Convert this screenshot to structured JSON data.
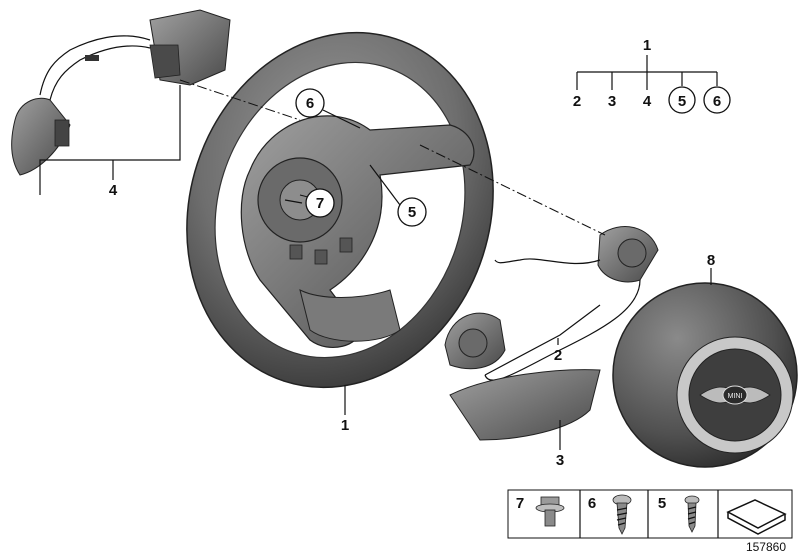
{
  "diagram": {
    "doc_number": "157860",
    "tree": {
      "root": "1",
      "children": [
        {
          "label": "2",
          "circled": false
        },
        {
          "label": "3",
          "circled": false
        },
        {
          "label": "4",
          "circled": false
        },
        {
          "label": "5",
          "circled": true
        },
        {
          "label": "6",
          "circled": true
        }
      ]
    },
    "callouts": {
      "steering_wheel": "1",
      "mf_switch": "2",
      "trim_cover": "3",
      "cable_harness": "4",
      "screw_5": "5",
      "screw_6": "6",
      "screw_7": "7",
      "airbag": "8"
    },
    "airbag_logo_text": "MINI",
    "fastener_table": [
      {
        "label": "7",
        "icon": "collar-bolt-icon"
      },
      {
        "label": "6",
        "icon": "torx-screw-icon"
      },
      {
        "label": "5",
        "icon": "small-screw-icon"
      },
      {
        "label": "",
        "icon": "shim-icon"
      }
    ],
    "colors": {
      "part_gray": "#6b6b6b",
      "part_dark": "#3e3e3e",
      "airbag_ring": "#c8c8c8"
    }
  }
}
